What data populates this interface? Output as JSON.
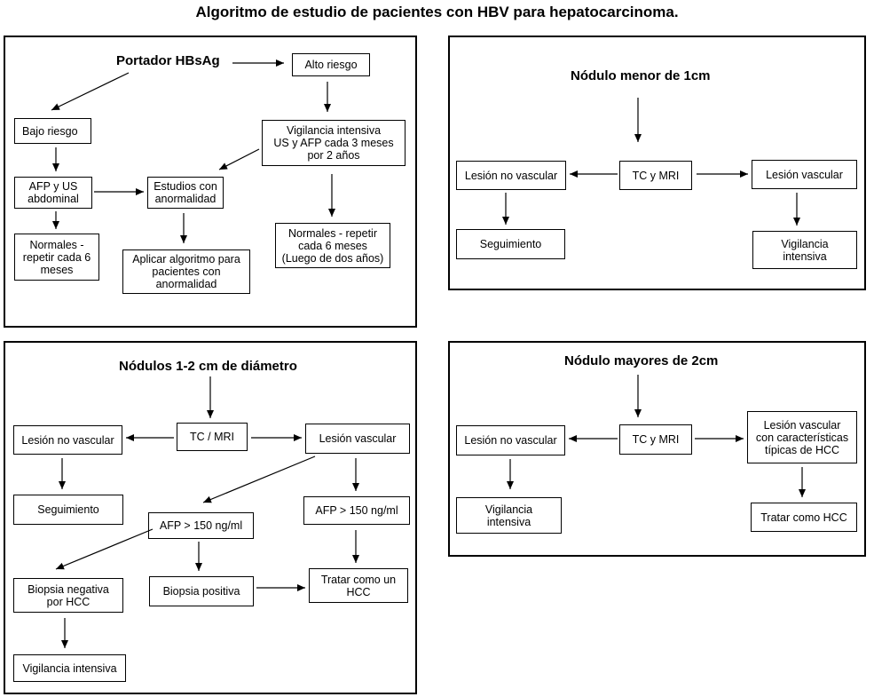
{
  "title": "Algoritmo de estudio de pacientes con HBV para hepatocarcinoma.",
  "panel1": {
    "title": "Portador HBsAg",
    "alto_riesgo": "Alto riesgo",
    "bajo_riesgo": "Bajo riesgo",
    "vigilancia": "Vigilancia intensiva\nUS y AFP cada 3 meses\npor 2 años",
    "afp_us": "AFP y US\nabdominal",
    "estudios": "Estudios con\nanormalidad",
    "normales_6": "Normales -\nrepetir cada 6\nmeses",
    "aplicar": "Aplicar algoritmo para\npacientes con\nanormalidad",
    "normales_luego": "Normales - repetir\ncada 6 meses\n(Luego de dos años)"
  },
  "panel2": {
    "title": "Nódulo menor de 1cm",
    "tc_mri": "TC y MRI",
    "no_vascular": "Lesión no vascular",
    "vascular": "Lesión vascular",
    "seguimiento": "Seguimiento",
    "vigilancia": "Vigilancia\nintensiva"
  },
  "panel3": {
    "title": "Nódulos 1-2 cm de diámetro",
    "tc_mri": "TC / MRI",
    "no_vascular": "Lesión no vascular",
    "vascular": "Lesión vascular",
    "seguimiento": "Seguimiento",
    "afp_left": "AFP > 150 ng/ml",
    "afp_right": "AFP > 150 ng/ml",
    "biopsia_neg": "Biopsia negativa\npor HCC",
    "biopsia_pos": "Biopsia positiva",
    "tratar": "Tratar como un\nHCC",
    "vigilancia": "Vigilancia intensiva"
  },
  "panel4": {
    "title": "Nódulo mayores de 2cm",
    "tc_mri": "TC y MRI",
    "no_vascular": "Lesión no vascular",
    "vascular": "Lesión vascular\ncon características\ntípicas de HCC",
    "vigilancia": "Vigilancia\nintensiva",
    "tratar": "Tratar como HCC"
  }
}
